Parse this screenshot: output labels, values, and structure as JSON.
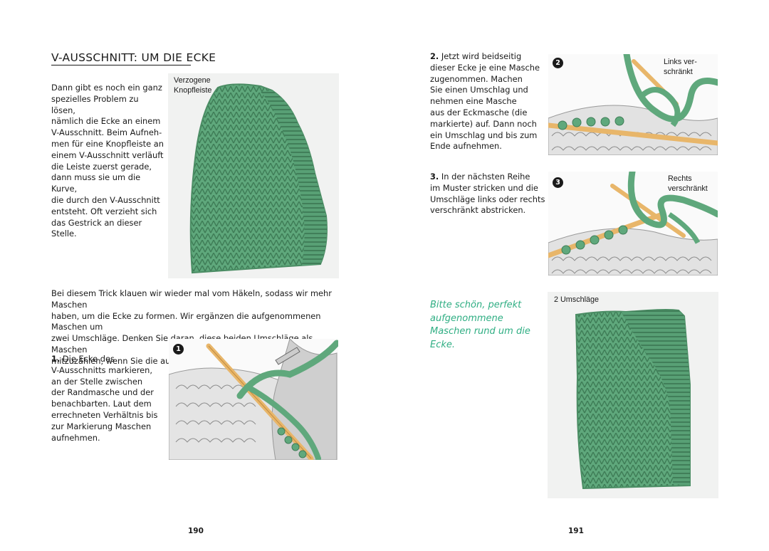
{
  "left_page": {
    "heading": "V-AUSSCHNITT: UM DIE ECKE",
    "intro": "Dann gibt es noch ein ganz\nspezielles Problem zu lösen,\nnämlich die Ecke an einem\nV-Ausschnitt. Beim Aufneh-\nmen für eine Knopfleiste an\neinem V-Ausschnitt verläuft\ndie Leiste zuerst gerade,\ndann muss sie um die Kurve,\ndie durch den V-Ausschnitt\nentsteht. Oft verzieht sich\ndas Gestrick an dieser Stelle.",
    "photo_caption": "Verzogene\nKnopfleiste",
    "trick": "Bei diesem Trick klauen wir wieder mal vom Häkeln, sodass wir mehr Maschen\nhaben, um die Ecke zu formen. Wir ergänzen die aufgenommenen Maschen um\nzwei Umschläge. Denken Sie daran, diese beiden Umschläge als Maschen\nmitzuzählen, wenn Sie die aufgenommenen Maschen zählen.",
    "step1_number": "1.",
    "step1_text": " Die Ecke des\nV-Ausschnitts markieren,\nan der Stelle zwischen\nder Randmasche und der\nbenachbarten. Laut dem\nerrechneten Verhältnis bis\nzur Markierung Maschen\naufnehmen.",
    "step1_badge": "1",
    "page_number": "190"
  },
  "right_page": {
    "step2_number": "2.",
    "step2_text": " Jetzt wird beidseitig\ndieser Ecke je eine Masche\nzugenommen. Machen\nSie einen Umschlag und\nnehmen eine Masche\naus der Eckmasche (die\nmarkierte) auf. Dann noch\nein Umschlag und bis zum\nEnde aufnehmen.",
    "step2_badge": "2",
    "step2_caption": "Links ver-\nschränkt",
    "step3_number": "3.",
    "step3_text": " In der nächsten Reihe\nim Muster stricken und die\nUmschläge links oder rechts\nverschränkt abstricken.",
    "step3_badge": "3",
    "step3_caption": "Rechts\nverschränkt",
    "handwritten_note": "Bitte schön, perfekt\naufgenommene\nMaschen rund um die\nEcke.",
    "photo_caption": "2 Umschläge",
    "page_number": "191"
  },
  "colors": {
    "yarn_green": "#5fa87c",
    "yarn_dark": "#3f7d57",
    "note_green": "#2fae83",
    "needle_wood": "#e8b66a"
  }
}
